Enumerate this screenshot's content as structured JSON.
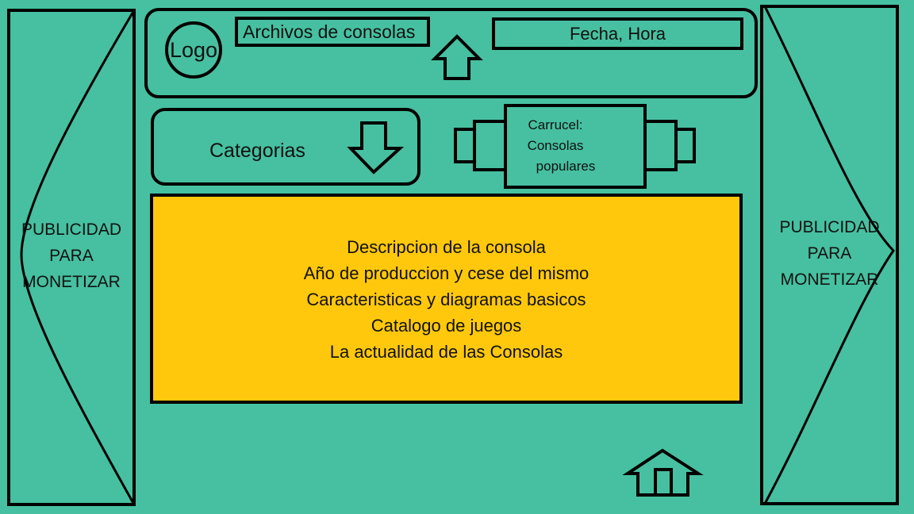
{
  "ads": {
    "left": [
      "PUBLICIDAD",
      "PARA",
      "MONETIZAR"
    ],
    "right": [
      "PUBLICIDAD",
      "PARA",
      "MONETIZAR"
    ]
  },
  "header": {
    "logo": "Logo",
    "site_title": "Archivos de consolas",
    "datetime": "Fecha, Hora"
  },
  "categories": {
    "label": "Categorias"
  },
  "carousel": {
    "lines": [
      "Carrucel:",
      "Consolas",
      "populares"
    ]
  },
  "description": {
    "lines": [
      "Descripcion de la consola",
      "Año de produccion y cese del mismo",
      "Caracteristicas y diagramas basicos",
      "Catalogo de juegos",
      "La actualidad de las Consolas"
    ]
  },
  "icons": {
    "scroll_up": "up-arrow-icon",
    "dropdown": "down-arrow-icon",
    "home": "home-icon"
  },
  "colors": {
    "background": "#46c0a0",
    "content": "#ffc80c"
  }
}
